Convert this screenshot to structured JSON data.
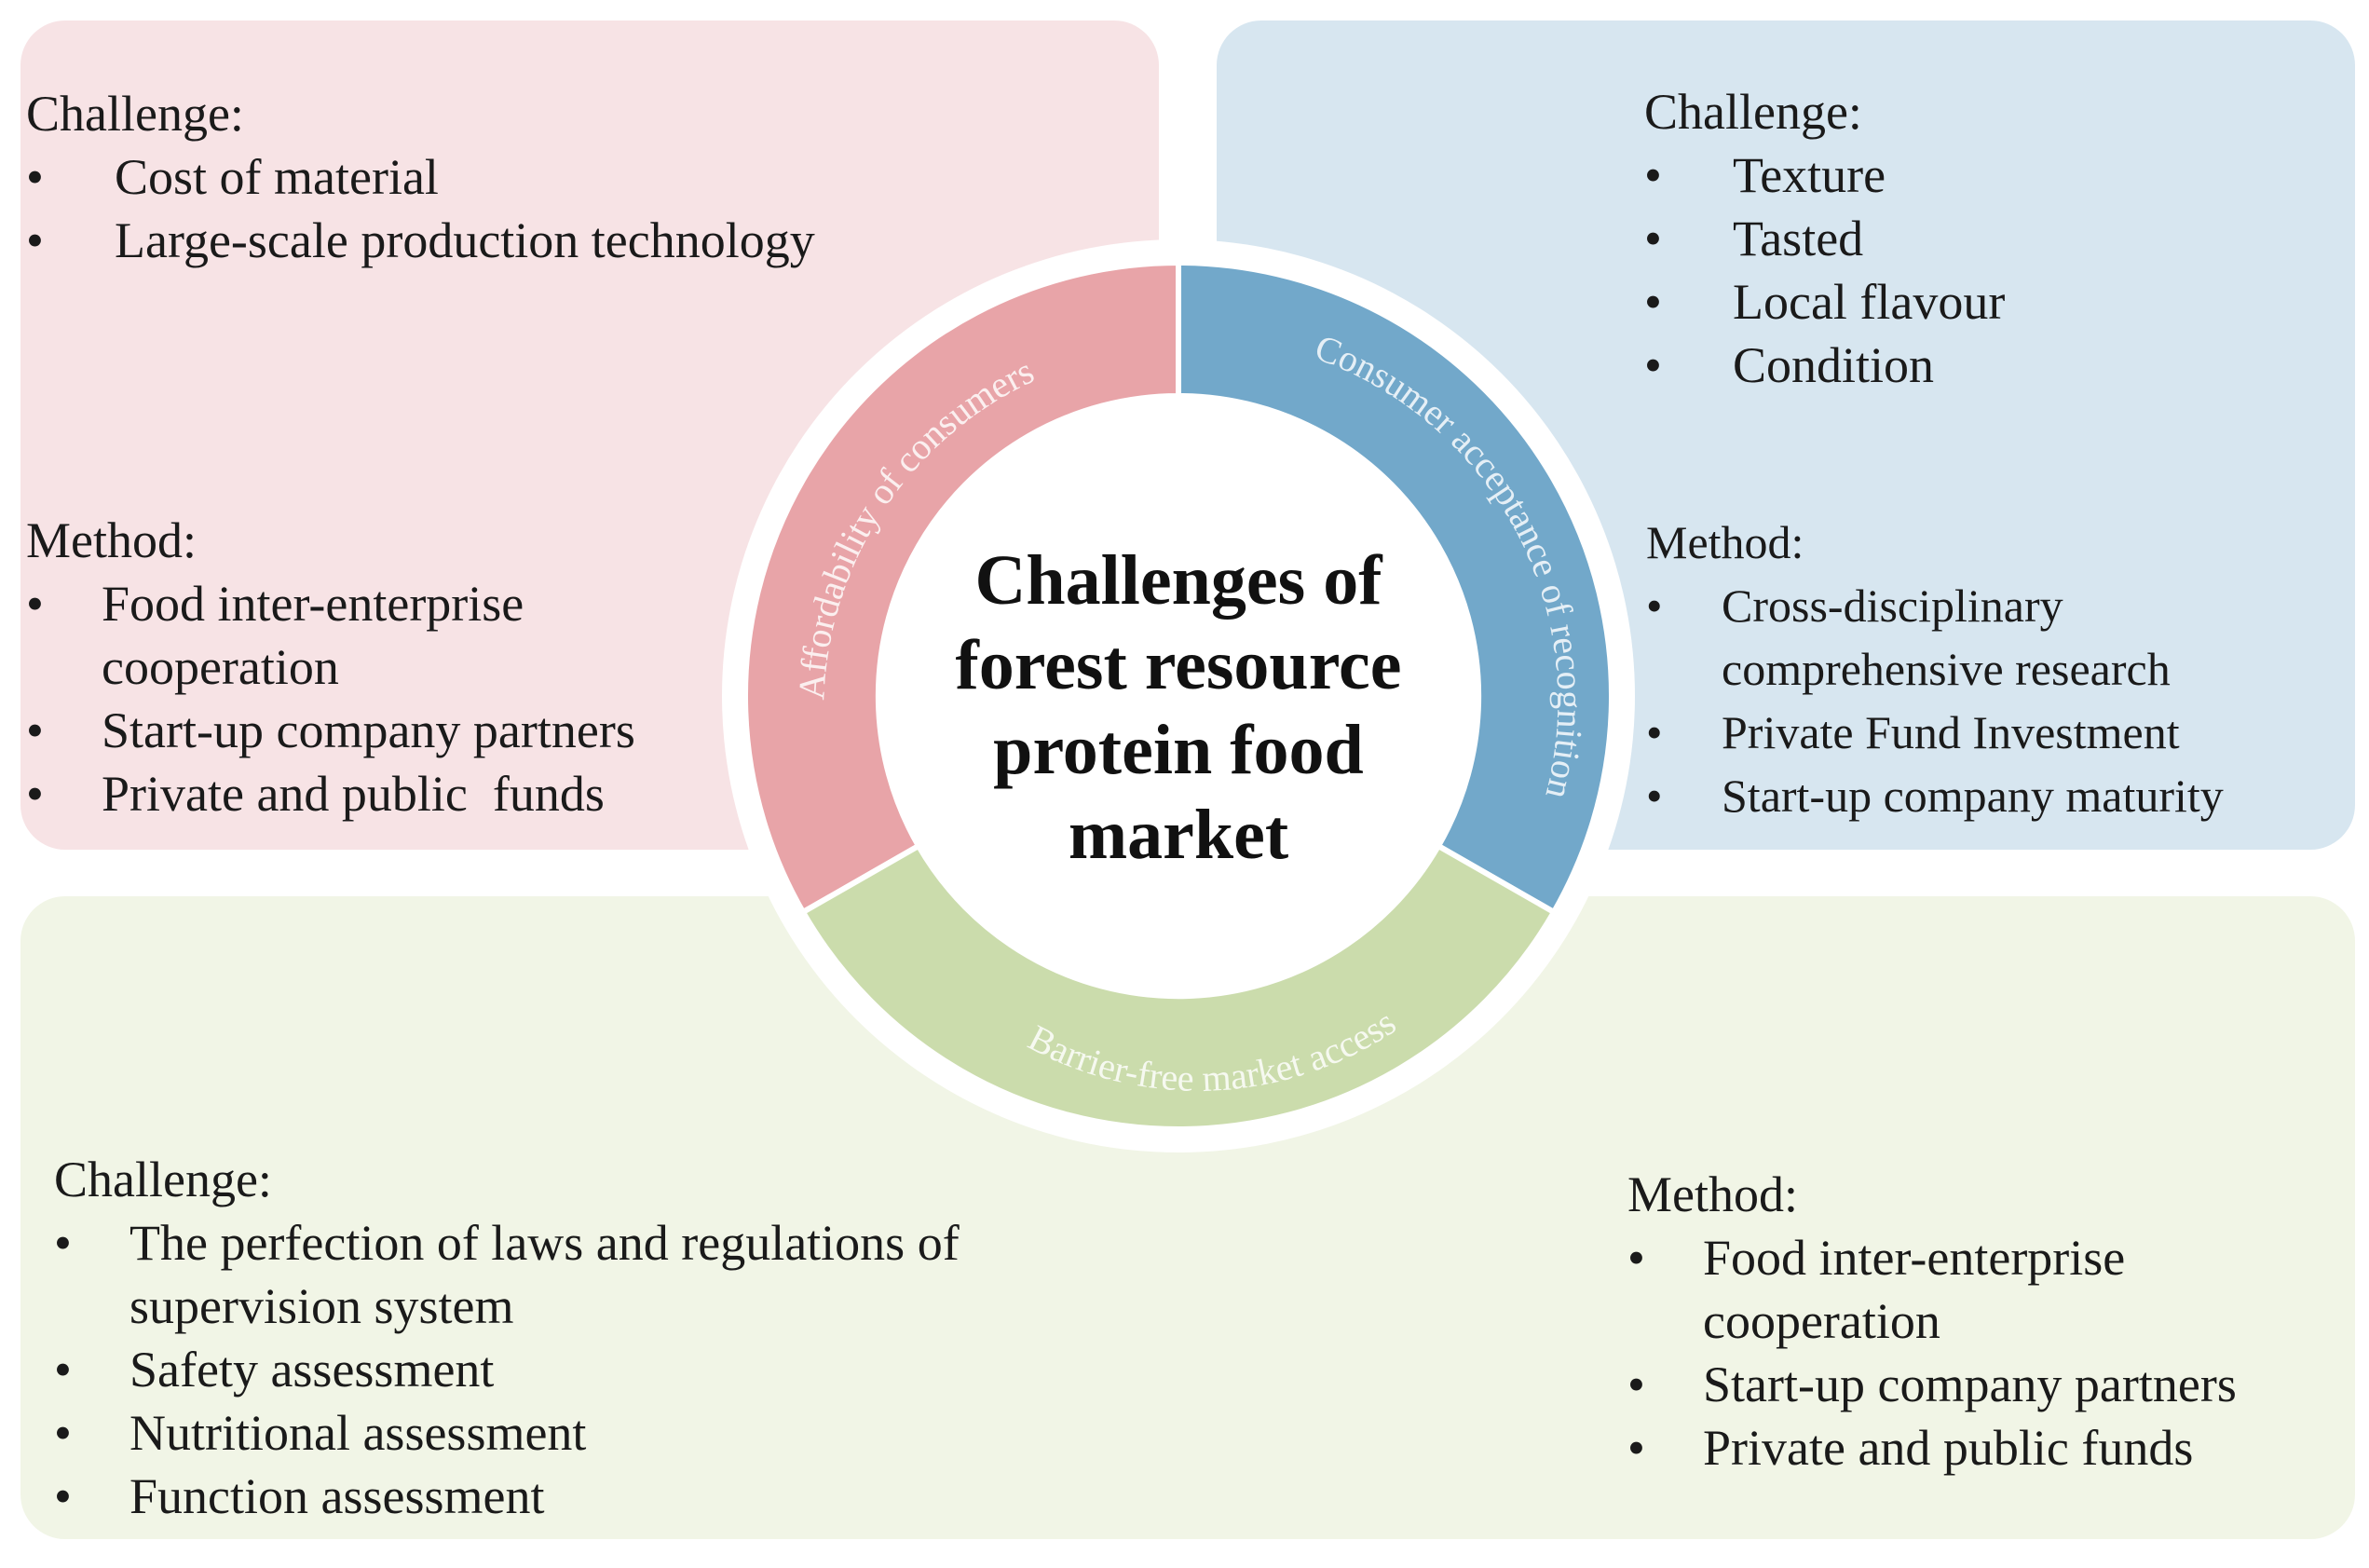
{
  "center": {
    "title_lines": [
      "Challenges of",
      "forest resource",
      "protein food",
      "market"
    ]
  },
  "segments": {
    "affordability": {
      "label": "Affordability of consumers",
      "color": "#e8a4a8"
    },
    "acceptance": {
      "label": "Consumer acceptance of recognition",
      "color": "#72a8ca"
    },
    "access": {
      "label": "Barrier-free market access",
      "color": "#cbdcac"
    }
  },
  "panels": {
    "top_left": {
      "color": "#f7e3e5",
      "challenge": {
        "heading": "Challenge:",
        "items": [
          "Cost of material",
          "Large-scale production technology"
        ]
      },
      "method": {
        "heading": "Method:",
        "items": [
          "Food inter-enterprise cooperation",
          "Start-up company partners",
          "Private and public  funds"
        ]
      }
    },
    "top_right": {
      "color": "#d7e6f0",
      "challenge": {
        "heading": "Challenge:",
        "items": [
          "Texture",
          "Tasted",
          "Local flavour",
          "Condition"
        ]
      },
      "method": {
        "heading": "Method:",
        "items": [
          "Cross-disciplinary comprehensive research",
          "Private Fund Investment",
          "Start-up company maturity"
        ]
      }
    },
    "bottom": {
      "color": "#f1f5e6",
      "challenge": {
        "heading": "Challenge:",
        "items": [
          "The perfection of laws and regulations of supervision system",
          "Safety assessment",
          "Nutritional assessment",
          "Function assessment"
        ]
      },
      "method": {
        "heading": "Method:",
        "items": [
          "Food inter-enterprise cooperation",
          "Start-up company partners",
          "Private and public funds"
        ]
      }
    }
  },
  "bullet_symbol": "•"
}
